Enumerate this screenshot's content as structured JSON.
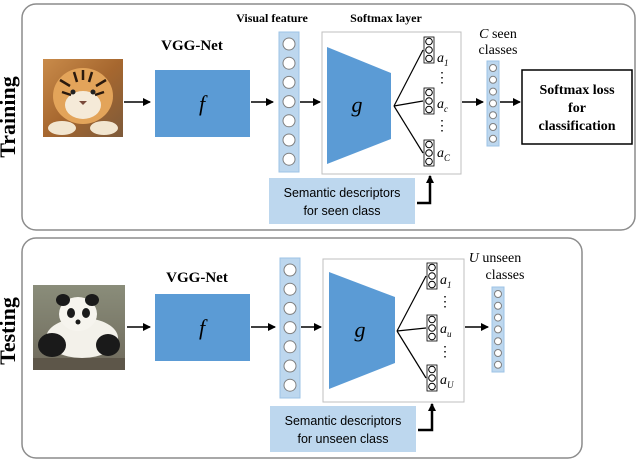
{
  "colors": {
    "panel_border": "#8c8c8c",
    "block_fill": "#5b9bd5",
    "vector_fill": "#bdd7ee",
    "vector_stroke": "#9dc3e6",
    "descriptor_fill": "#bdd7ee",
    "arrow": "#000000"
  },
  "training": {
    "side_label": "Training",
    "network_label": "VGG-Net",
    "f_symbol": "f",
    "g_symbol": "g",
    "visual_feature_label": "Visual feature",
    "softmax_layer_label": "Softmax layer",
    "classes_label_symbol": "C",
    "classes_label_line1_rest": " seen",
    "classes_label_line2": "classes",
    "attr_first": "a",
    "attr_first_sub": "1",
    "attr_mid": "a",
    "attr_mid_sub": "c",
    "attr_last": "a",
    "attr_last_sub": "C",
    "dots": "⋮",
    "loss_line1": "Softmax loss",
    "loss_line2": "for",
    "loss_line3": "classification",
    "descriptor_line1": "Semantic descriptors",
    "descriptor_line2": "for seen class",
    "image_icon": "tiger-photo"
  },
  "testing": {
    "side_label": "Testing",
    "network_label": "VGG-Net",
    "f_symbol": "f",
    "g_symbol": "g",
    "classes_label_symbol": "U",
    "classes_label_line1_rest": " unseen",
    "classes_label_line2": "classes",
    "attr_first": "a",
    "attr_first_sub": "1",
    "attr_mid": "a",
    "attr_mid_sub": "u",
    "attr_last": "a",
    "attr_last_sub": "U",
    "dots": "⋮",
    "descriptor_line1": "Semantic descriptors",
    "descriptor_line2": "for unseen class",
    "image_icon": "panda-photo"
  }
}
